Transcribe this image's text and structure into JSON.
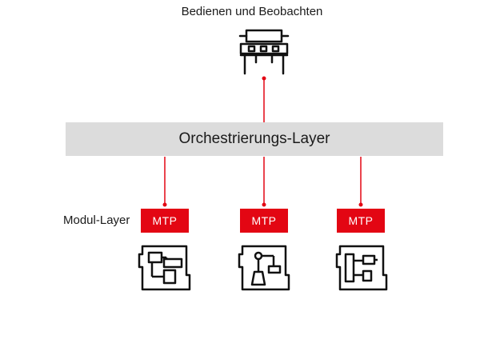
{
  "hmi": {
    "title": "Bedienen und Beobachten",
    "icon": "hmi-panel-icon"
  },
  "orchestration": {
    "label": "Orchestrierungs-Layer"
  },
  "module_layer": {
    "label": "Modul-Layer"
  },
  "modules": [
    {
      "badge": "MTP",
      "icon": "module-block-diagram-icon"
    },
    {
      "badge": "MTP",
      "icon": "module-process-flow-icon"
    },
    {
      "badge": "MTP",
      "icon": "module-control-layout-icon"
    }
  ],
  "colors": {
    "accent": "#e30613",
    "bar": "#dcdcdc",
    "ink": "#1a1a1a"
  }
}
